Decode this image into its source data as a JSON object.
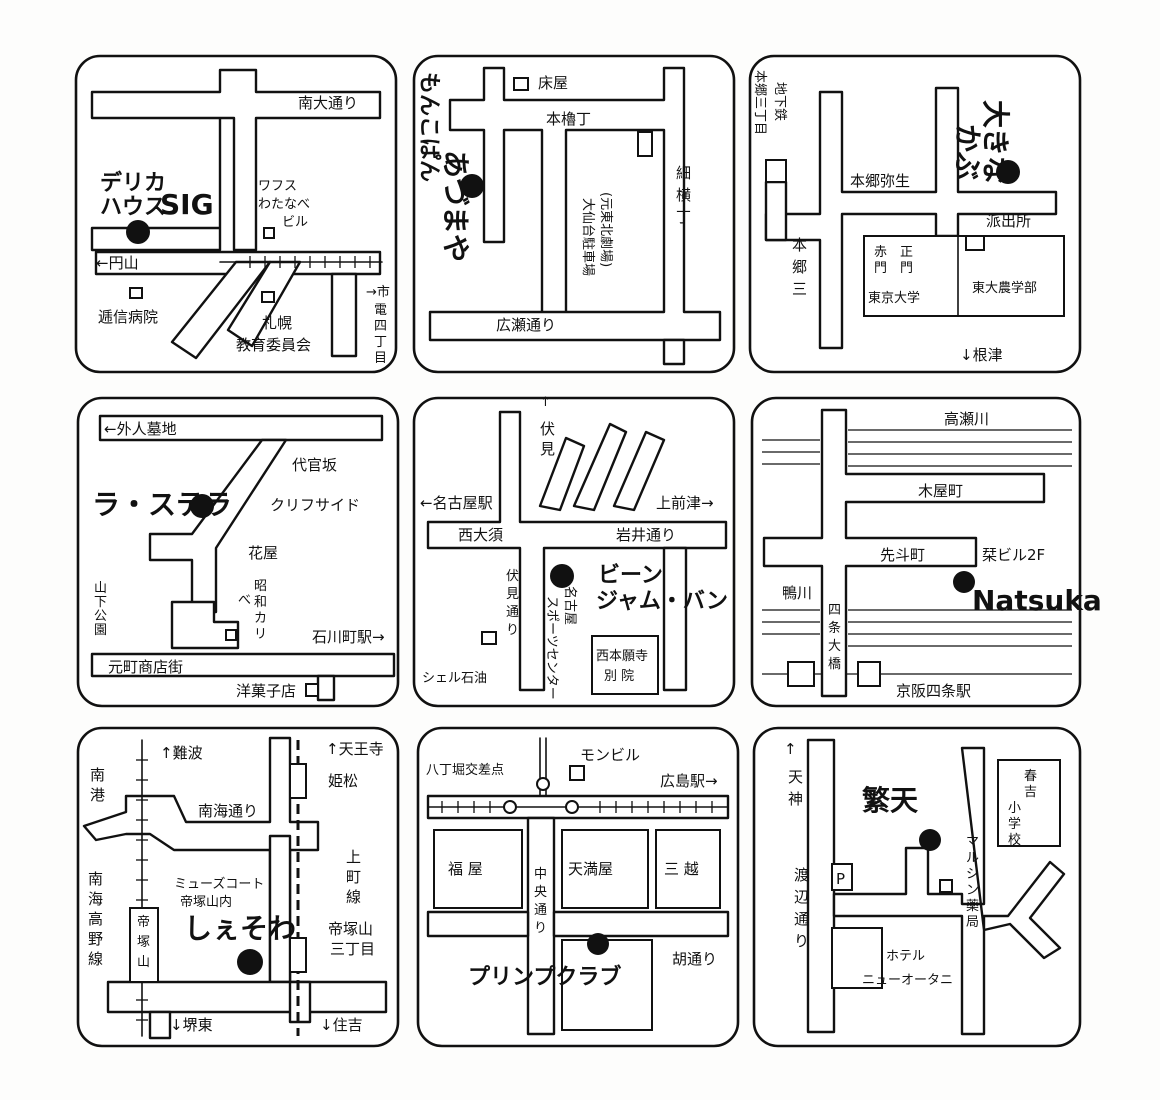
{
  "maps": [
    {
      "shop": "デリカハウスSIG",
      "shop_lines": [
        "デリカ",
        "ハウス"
      ],
      "shop_suffix": "SIG",
      "labels": {
        "road_top": "南大通り",
        "building": [
          "ワフス",
          "わたなべ",
          "ビル"
        ],
        "maruyama": "←円山",
        "hospital": "逓信病院",
        "board": [
          "札幌",
          "教育委員会"
        ],
        "tram": [
          "→市",
          "電",
          "四",
          "丁",
          "目"
        ]
      }
    },
    {
      "shop": "もんこぱんあづまや",
      "shop_lines": [
        "もんこぱん",
        "あづまや"
      ],
      "labels": {
        "tokoya": "床屋",
        "yagura": "本櫓丁",
        "hosoyoko": [
          "細",
          "横",
          "丁"
        ],
        "parking": [
          "大仙台駐車場",
          "(元東北劇場)"
        ],
        "hirose": "広瀬通り"
      }
    },
    {
      "shop": "大きなかぶ",
      "shop_lines": [
        "大きな",
        "かぶ"
      ],
      "labels": {
        "subway": [
          "本郷三丁目",
          "地下鉄"
        ],
        "yayoi": "本郷弥生",
        "police": "派出所",
        "hongo3": [
          "本",
          "郷",
          "三"
        ],
        "gate_red": [
          "赤",
          "門"
        ],
        "gate_main": [
          "正",
          "門"
        ],
        "todai": "東京大学",
        "agri": "東大農学部",
        "nezu": "↓根津"
      }
    },
    {
      "shop": "ラ・ステラ",
      "labels": {
        "cemetery": "←外人墓地",
        "daikanzaka": "代官坂",
        "cliffside": "クリフサイド",
        "hanaya": "花屋",
        "yamashita": [
          "山",
          "下",
          "公",
          "園"
        ],
        "showa": [
          "昭",
          "和"
        ],
        "beka": [
          "べ",
          "カ",
          "リ"
        ],
        "ishikawacho": "石川町駅→",
        "motomachi": "元町商店街",
        "yogashi": "洋菓子店"
      }
    },
    {
      "shop": "ビーンジャム・バン",
      "shop_lines": [
        "ビーン",
        "ジャム・バン"
      ],
      "labels": {
        "fushimi_top": [
          "↑",
          "伏",
          "見"
        ],
        "nagoya": "←名古屋駅",
        "kamimaezu": "上前津→",
        "nishiosu": "西大須",
        "iwai": "岩井通り",
        "fushimi_dori": [
          "伏",
          "見",
          "通",
          "り"
        ],
        "sports": [
          "名古屋",
          "スポーツセンター"
        ],
        "honganji": [
          "西本願寺",
          "別 院"
        ],
        "shell": "シェル石油"
      }
    },
    {
      "shop": "Natsuka",
      "labels": {
        "takase": "高瀬川",
        "kiyamachi": "木屋町",
        "pontocho": "先斗町",
        "building": "栞ビル2F",
        "kamo": "鴨川",
        "shijo": [
          "四",
          "条",
          "大",
          "橋"
        ],
        "keihan": "京阪四条駅"
      }
    },
    {
      "shop": "しぇそわ",
      "labels": {
        "nanba": "↑難波",
        "tennoji": "↑天王寺",
        "nanko": [
          "南",
          "港"
        ],
        "nankai": "南海通り",
        "himematsu": "姫松",
        "uemachi": [
          "上",
          "町",
          "線"
        ],
        "court": [
          "ミューズコート",
          "帝塚山内"
        ],
        "nankai_koya": [
          "南",
          "海",
          "高",
          "野",
          "線"
        ],
        "tezukayama": [
          "帝",
          "塚",
          "山"
        ],
        "tezukayama3": [
          "帝塚山",
          "三丁目"
        ],
        "sakaihigashi": "↓堺東",
        "sumiyoshi": "↓住吉"
      }
    },
    {
      "shop": "プリンプクラブ",
      "labels": {
        "hatchobori": "八丁堀交差点",
        "monbiru": "モンビル",
        "hiroshima": "広島駅→",
        "fukuya": "福 屋",
        "tenmaya": "天満屋",
        "mitsukoshi": "三 越",
        "chuo": [
          "中",
          "央",
          "通",
          "り"
        ],
        "ebisu": "胡通り"
      }
    },
    {
      "shop": "繁天",
      "labels": {
        "tenjin": [
          "↑",
          "天",
          "神"
        ],
        "school": [
          "春",
          "吉",
          "小",
          "学",
          "校"
        ],
        "parking": "P",
        "watanabe": [
          "渡",
          "辺",
          "通",
          "り"
        ],
        "pharmacy": [
          "マ",
          "ル",
          "シ",
          "ン",
          "薬",
          "局"
        ],
        "hotel": [
          "ホテル",
          "ニューオータニ"
        ]
      }
    }
  ]
}
